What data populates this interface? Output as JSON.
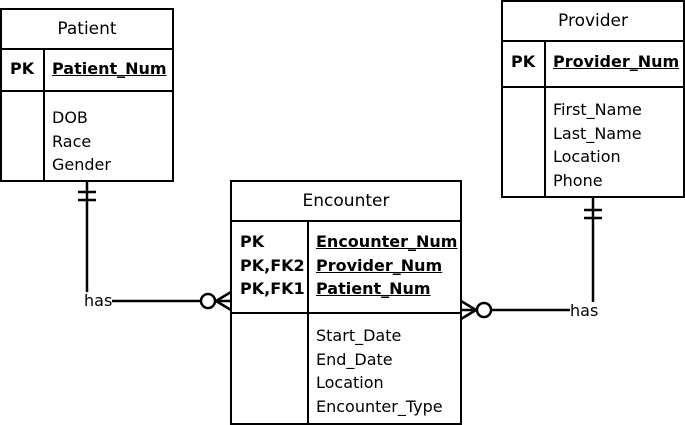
{
  "entities": {
    "patient": {
      "title": "Patient",
      "keys": [
        "PK"
      ],
      "key_fields": [
        "Patient_Num"
      ],
      "attributes": [
        "DOB",
        "Race",
        "Gender"
      ]
    },
    "provider": {
      "title": "Provider",
      "keys": [
        "PK"
      ],
      "key_fields": [
        "Provider_Num"
      ],
      "attributes": [
        "First_Name",
        "Last_Name",
        "Location",
        "Phone"
      ]
    },
    "encounter": {
      "title": "Encounter",
      "keys": [
        "PK",
        "PK,FK2",
        "PK,FK1"
      ],
      "key_fields": [
        "Encounter_Num",
        "Provider_Num",
        "Patient_Num"
      ],
      "attributes": [
        "Start_Date",
        "End_Date",
        "Location",
        "Encounter_Type"
      ]
    }
  },
  "relationships": [
    {
      "label": "has",
      "from": "Patient",
      "to": "Encounter",
      "from_cardinality": "one and only one",
      "to_cardinality": "zero or many"
    },
    {
      "label": "has",
      "from": "Provider",
      "to": "Encounter",
      "from_cardinality": "one and only one",
      "to_cardinality": "zero or many"
    }
  ]
}
